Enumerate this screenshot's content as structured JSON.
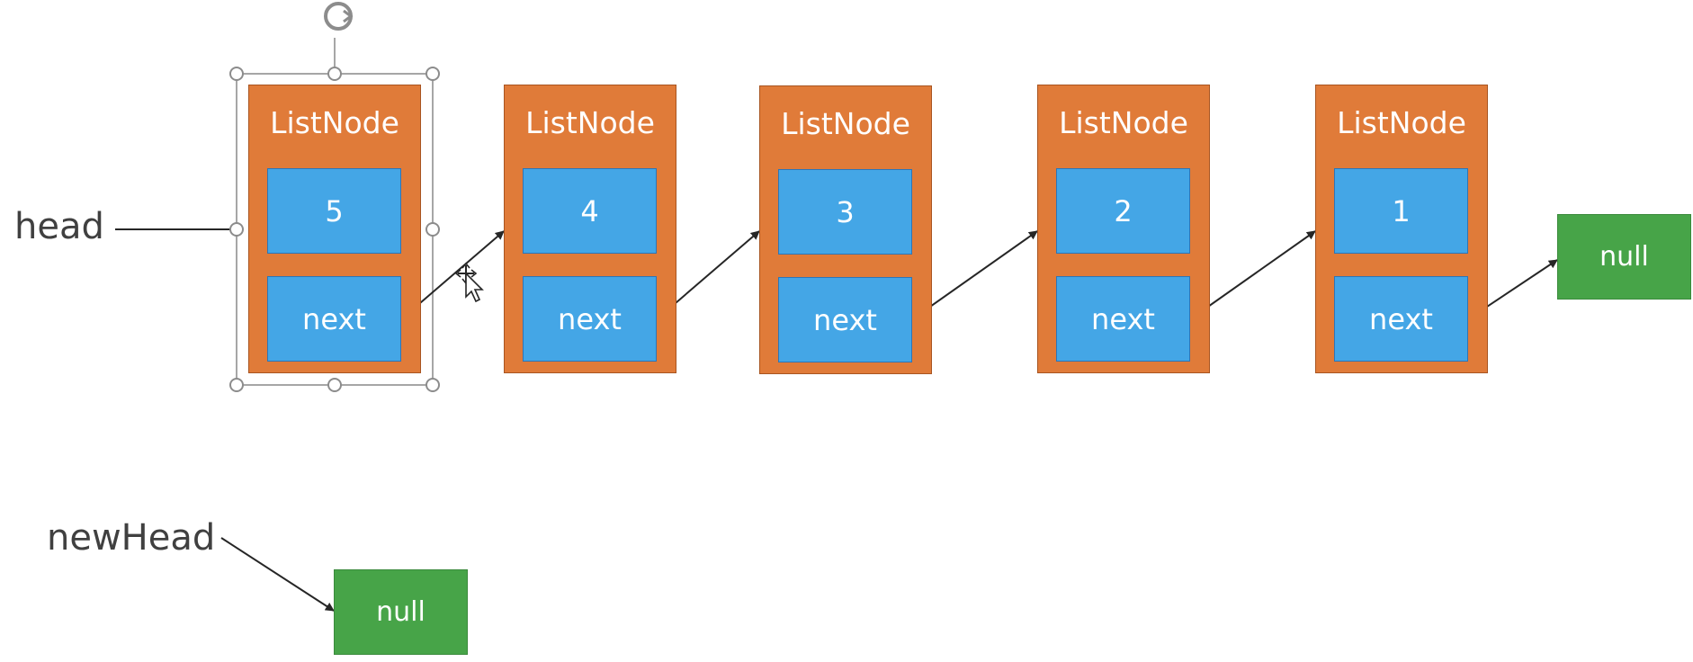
{
  "colors": {
    "node_fill": "#e07b39",
    "cell_fill": "#44a6e6",
    "null_fill": "#47a448",
    "arrow": "#262626",
    "selection": "#a6a6a6"
  },
  "labels": {
    "head": "head",
    "new_head": "newHead"
  },
  "nodes": [
    {
      "title": "ListNode",
      "value": "5",
      "next_label": "next"
    },
    {
      "title": "ListNode",
      "value": "4",
      "next_label": "next"
    },
    {
      "title": "ListNode",
      "value": "3",
      "next_label": "next"
    },
    {
      "title": "ListNode",
      "value": "2",
      "next_label": "next"
    },
    {
      "title": "ListNode",
      "value": "1",
      "next_label": "next"
    }
  ],
  "tail_null": {
    "label": "null"
  },
  "new_head_null": {
    "label": "null"
  },
  "selection": {
    "selected_node": "ListNode 5",
    "rotate_icon": "rotate-icon",
    "cursor_icon": "move-cursor-icon"
  }
}
